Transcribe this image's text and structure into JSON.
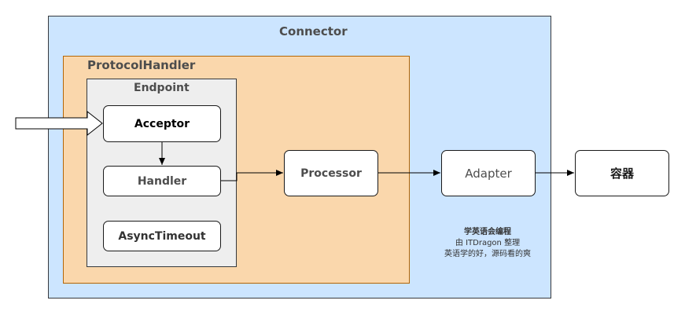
{
  "diagram": {
    "connector_title": "Connector",
    "protocol_handler_title": "ProtocolHandler",
    "endpoint_title": "Endpoint",
    "acceptor_label": "Acceptor",
    "handler_label": "Handler",
    "async_timeout_label": "AsyncTimeout",
    "processor_label": "Processor",
    "adapter_label": "Adapter",
    "container_label": "容器"
  },
  "watermark": {
    "line1": "学英语会编程",
    "line2": "由 ITDragon 整理",
    "line3": "英语学的好，源码看的爽"
  },
  "colors": {
    "connector_fill": "#cce5ff",
    "protocol_handler_fill": "#fad7ac",
    "protocol_handler_border": "#b46504",
    "endpoint_fill": "#eeeeee",
    "node_fill": "#ffffff"
  }
}
